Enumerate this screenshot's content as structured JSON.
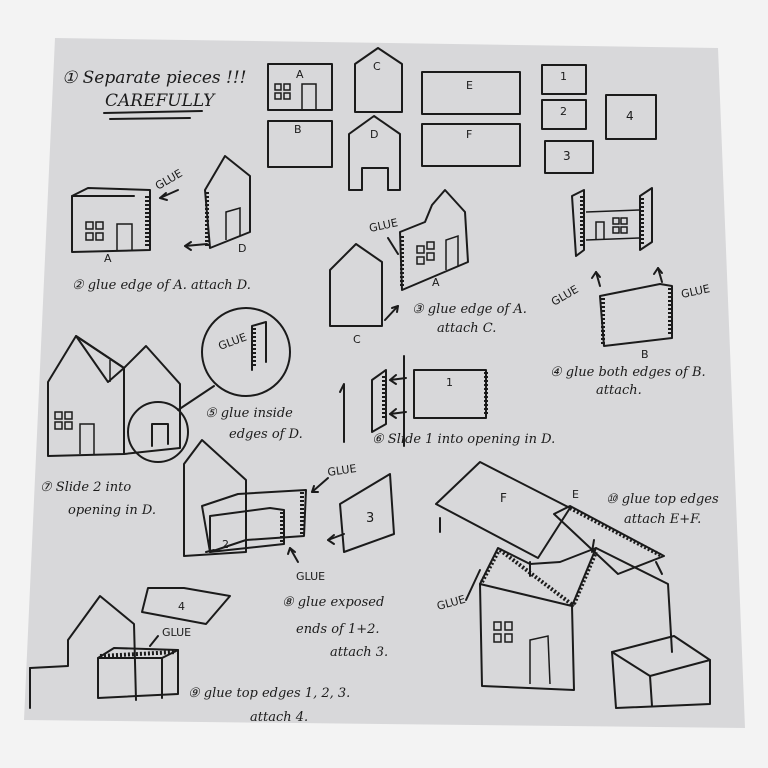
{
  "colors": {
    "paper": "#d8d8da",
    "ink": "#1b1b1b",
    "background": "#f3f3f3"
  },
  "steps": {
    "s1_line1": "① Separate pieces !!!",
    "s1_line2": "CAREFULLY",
    "s2": "② glue edge of A. attach D.",
    "s3_line1": "③ glue edge of A.",
    "s3_line2": "attach C.",
    "s4_line1": "④ glue both edges of B.",
    "s4_line2": "attach.",
    "s5_line1": "⑤ glue inside",
    "s5_line2": "edges of D.",
    "s6": "⑥ Slide 1 into opening in D.",
    "s7_line1": "⑦ Slide 2 into",
    "s7_line2": "opening in D.",
    "s8_line1": "⑧ glue exposed",
    "s8_line2": "ends of 1+2.",
    "s8_line3": "attach 3.",
    "s9_line1": "⑨ glue top edges 1, 2, 3.",
    "s9_line2": "attach 4.",
    "s10_line1": "⑩ glue top edges",
    "s10_line2": "attach E+F."
  },
  "labels": {
    "A": "A",
    "B": "B",
    "C": "C",
    "D": "D",
    "E": "E",
    "F": "F",
    "one": "1",
    "two": "2",
    "three": "3",
    "four": "4",
    "glue": "GLUE"
  }
}
